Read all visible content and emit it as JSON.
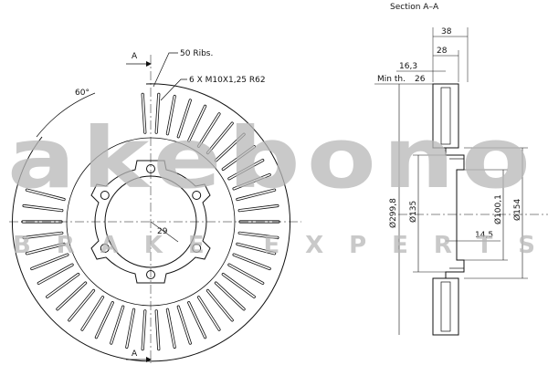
{
  "section_title": "Section A–A",
  "section_marker": "A",
  "labels": {
    "ribs": "50 Ribs.",
    "bolts": "6 X M10X1,25 R62",
    "angle": "60°",
    "inner": "29",
    "min_thickness_label": "Min th.",
    "min_thickness_value": "26"
  },
  "dimensions": {
    "width_total": "38",
    "width_hub": "28",
    "offset": "16,3",
    "d_outer": "Ø299,8",
    "d_135": "Ø135",
    "d_100": "Ø100,1",
    "d_154": "Ø154",
    "depth": "14,5"
  },
  "watermark": {
    "brand": "akebono",
    "tagline": "BRAKE EXPERTS",
    "color": "#b8b8b8"
  },
  "line_color": "#111111",
  "ribs_count": 50,
  "bolt_count": 6
}
